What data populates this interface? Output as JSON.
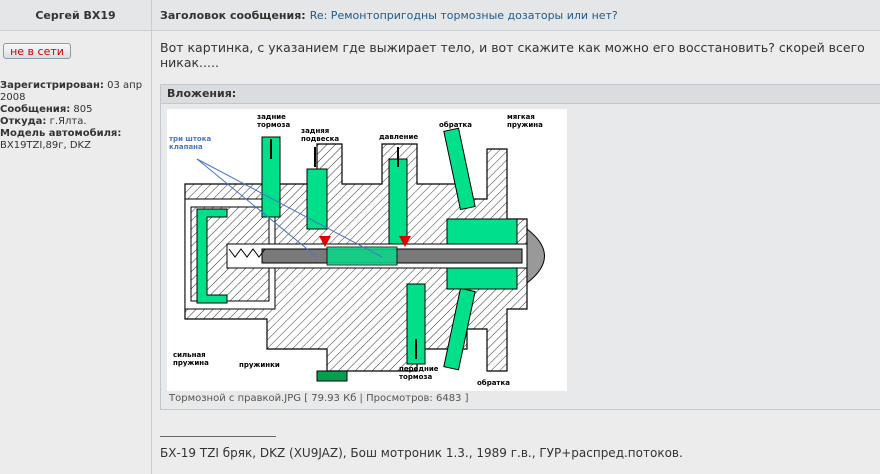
{
  "post": {
    "author": "Сергей BX19",
    "status_button": "не в сети",
    "subject_label": "Заголовок сообщения:",
    "subject": "Re: Ремонтопригодны тормозные дозаторы или нет?",
    "message": "Вот картинка, с указанием где выжирает тело, и вот скажите как можно его восстановить? скорей всего никак.....",
    "attachments_label": "Вложения:",
    "attachment_caption": "Тормозной с правкой.JPG [ 79.93 Кб | Просмотров: 6483 ]",
    "signature": "БХ-19 TZI бряк, DKZ (XU9JAZ), Бош мотроник 1.3., 1989 г.в., ГУР+распред.потоков."
  },
  "profile": {
    "registered_label": "Зарегистрирован:",
    "registered_value": "03 апр 2008",
    "messages_label": "Сообщения:",
    "messages_value": "805",
    "from_label": "Откуда:",
    "from_value": "г.Ялта.",
    "car_label": "Модель автомобиля:",
    "car_value": "BX19TZI,89г, DKZ"
  },
  "diagram": {
    "labels": {
      "rear_brakes": [
        "задние",
        "тормоза"
      ],
      "rear_suspension": [
        "задняя",
        "подвеска"
      ],
      "pressure": "давление",
      "return_top": "обратка",
      "soft_spring": [
        "мягкая",
        "пружина"
      ],
      "valve_rods": [
        "три штока",
        "клапана"
      ],
      "strong_spring": [
        "сильная",
        "пружина"
      ],
      "springs": "пружинки",
      "front_brakes": [
        "передние",
        "тормоза"
      ],
      "return_bottom": "обратка"
    }
  },
  "colors": {
    "green": "#00E08A",
    "red": "#E00000",
    "blue": "#4A74C8",
    "link": "#1F5A8C"
  }
}
